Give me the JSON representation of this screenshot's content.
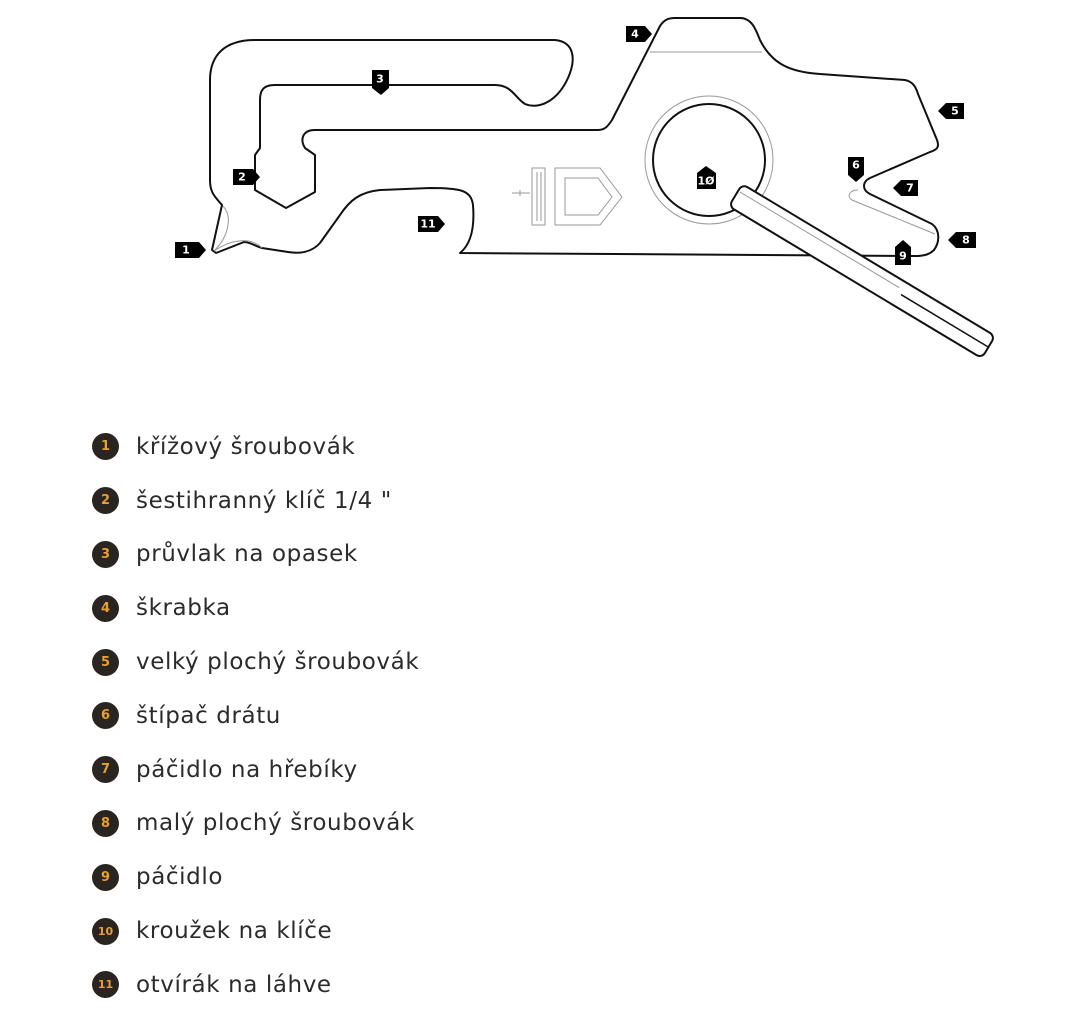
{
  "callouts": [
    "1",
    "2",
    "3",
    "4",
    "5",
    "6",
    "7",
    "8",
    "9",
    "1Ø",
    "11"
  ],
  "legend": [
    {
      "num": "1",
      "label": "křížový šroubovák"
    },
    {
      "num": "2",
      "label": "šestihranný klíč 1/4 \""
    },
    {
      "num": "3",
      "label": "průvlak na opasek"
    },
    {
      "num": "4",
      "label": "škrabka"
    },
    {
      "num": "5",
      "label": "velký plochý šroubovák"
    },
    {
      "num": "6",
      "label": "štípač drátu"
    },
    {
      "num": "7",
      "label": "páčidlo na hřebíky"
    },
    {
      "num": "8",
      "label": "malý plochý šroubovák"
    },
    {
      "num": "9",
      "label": "páčidlo"
    },
    {
      "num": "10",
      "label": "kroužek na klíče"
    },
    {
      "num": "11",
      "label": "otvírák na láhve"
    }
  ],
  "colors": {
    "bullet_bg": "#2a2520",
    "bullet_num": "#e8a030",
    "tag_bg": "#000000"
  }
}
